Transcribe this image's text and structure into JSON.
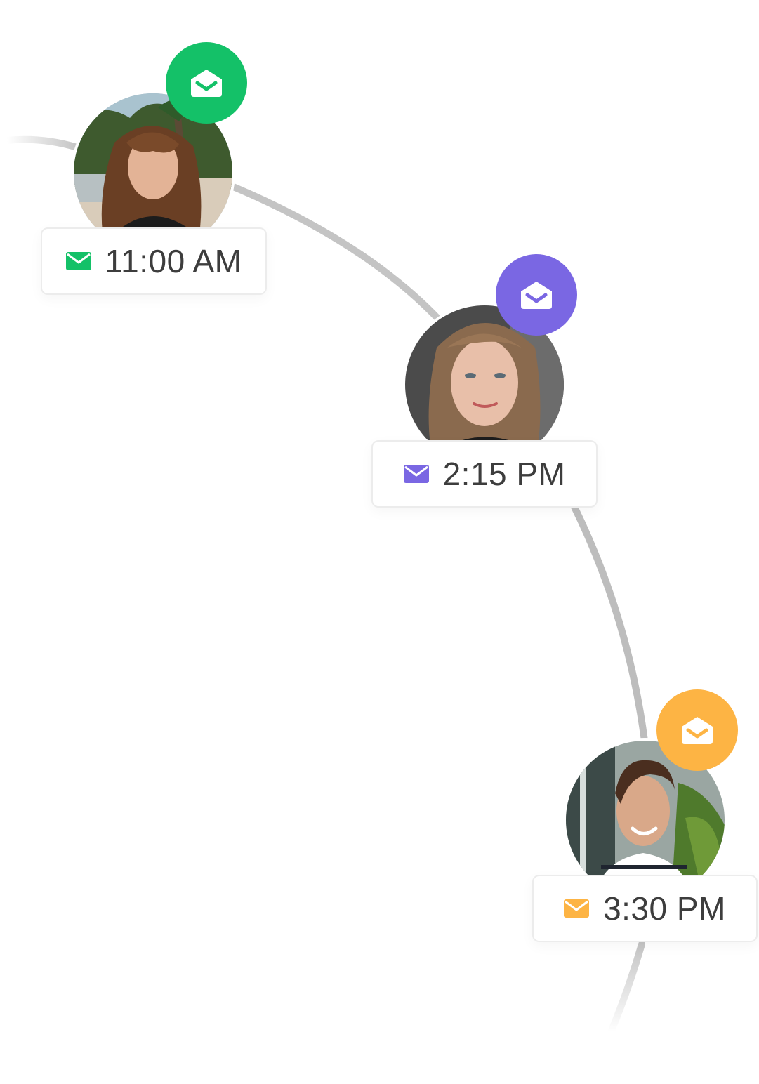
{
  "timeline": [
    {
      "time": "11:00 AM",
      "accent_color": "#14c168",
      "avatar": "woman-long-curly-hair-beach-photo",
      "badge_icon": "open-envelope-icon",
      "card_icon": "envelope-icon"
    },
    {
      "time": "2:15 PM",
      "accent_color": "#7a67e3",
      "avatar": "woman-shoulder-length-hair-photo",
      "badge_icon": "open-envelope-icon",
      "card_icon": "envelope-icon"
    },
    {
      "time": "3:30 PM",
      "accent_color": "#fdb444",
      "avatar": "smiling-man-striped-shirt-photo",
      "badge_icon": "open-envelope-icon",
      "card_icon": "envelope-icon"
    }
  ],
  "colors": {
    "track": "#c4c4c4",
    "card_border": "#ececec",
    "text": "#3d3d3d",
    "background": "#ffffff"
  }
}
